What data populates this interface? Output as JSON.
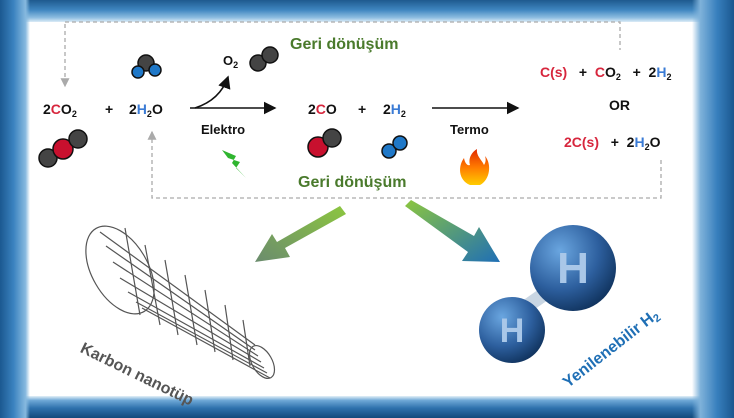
{
  "reaction": {
    "reactants": {
      "co2": {
        "coef": "2",
        "c": "C",
        "o": "O",
        "sub": "2"
      },
      "plus": "+",
      "h2o": {
        "coef": "2",
        "h": "H",
        "sub": "2",
        "o": "O"
      }
    },
    "o2": {
      "o": "O",
      "sub": "2"
    },
    "electro_label": "Elektro",
    "intermediate": {
      "co": {
        "coef": "2",
        "c": "C",
        "o": "O"
      },
      "plus": "+",
      "h2": {
        "coef": "2",
        "h": "H",
        "sub": "2"
      }
    },
    "thermo_label": "Termo",
    "products_a": {
      "cs": "C(s)",
      "plus1": "+",
      "co2_c": "C",
      "co2_o": "O",
      "co2_sub": "2",
      "plus2": "+",
      "h2_coef": "2",
      "h2_h": "H",
      "h2_sub": "2"
    },
    "or_label": "OR",
    "products_b": {
      "cs": "2C(s)",
      "plus": "+",
      "h2o_coef": "2",
      "h2o_h": "H",
      "h2o_sub": "2",
      "h2o_o": "O"
    }
  },
  "recycle_top": "Geri dönüşüm",
  "recycle_bottom": "Geri dönüşüm",
  "outputs": {
    "nanotube_label": "Karbon nanotüp",
    "hydrogen_label": "Yenilenebilir H",
    "hydrogen_sub": "2",
    "atom_label": "H"
  },
  "icons": {
    "electro": "lightning-bolt",
    "thermo": "flame"
  },
  "colors": {
    "carbon_red": "#d7263d",
    "hydrogen_blue": "#3a7bd5",
    "recycle_green": "#4a7a2c",
    "frame_blue": "#2e72ad"
  }
}
